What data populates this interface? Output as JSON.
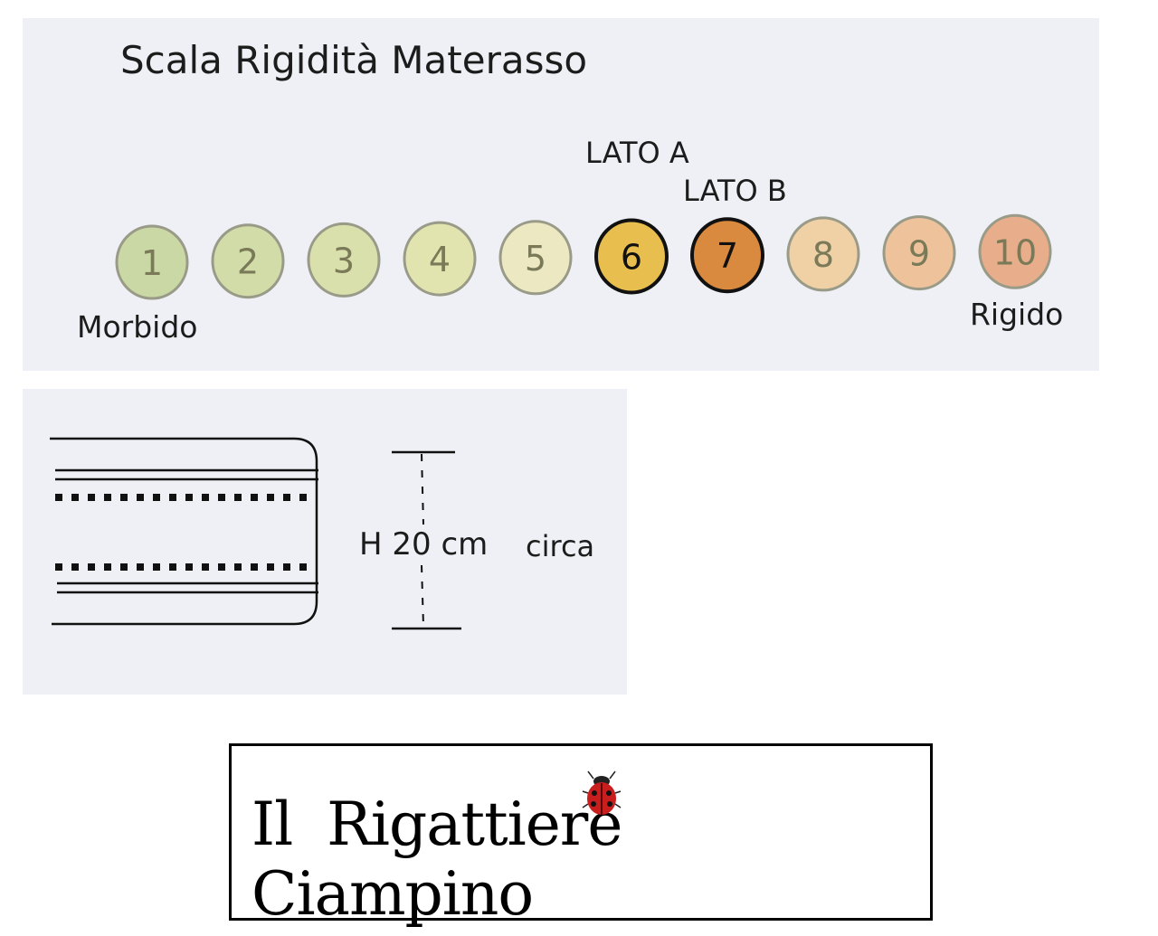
{
  "title": "Scala Rigidità Materasso",
  "side_a_label": "LATO A",
  "side_b_label": "LATO B",
  "soft_label": "Morbido",
  "firm_label": "Rigido",
  "scale": [
    {
      "value": "1",
      "color": "#c9d8a4",
      "highlight": false
    },
    {
      "value": "2",
      "color": "#d2dca8",
      "highlight": false
    },
    {
      "value": "3",
      "color": "#d9e0ab",
      "highlight": false
    },
    {
      "value": "4",
      "color": "#e2e4b0",
      "highlight": false
    },
    {
      "value": "5",
      "color": "#ece9c2",
      "highlight": false
    },
    {
      "value": "6",
      "color": "#e8bf4e",
      "highlight": true
    },
    {
      "value": "7",
      "color": "#d98a3e",
      "highlight": true
    },
    {
      "value": "8",
      "color": "#f0d0a5",
      "highlight": false
    },
    {
      "value": "9",
      "color": "#eec39b",
      "highlight": false
    },
    {
      "value": "10",
      "color": "#e8ad8a",
      "highlight": false
    }
  ],
  "height_label": "H 20 cm",
  "approx_label": "circa",
  "logo_text": "Il Rigattiere Ciampino"
}
